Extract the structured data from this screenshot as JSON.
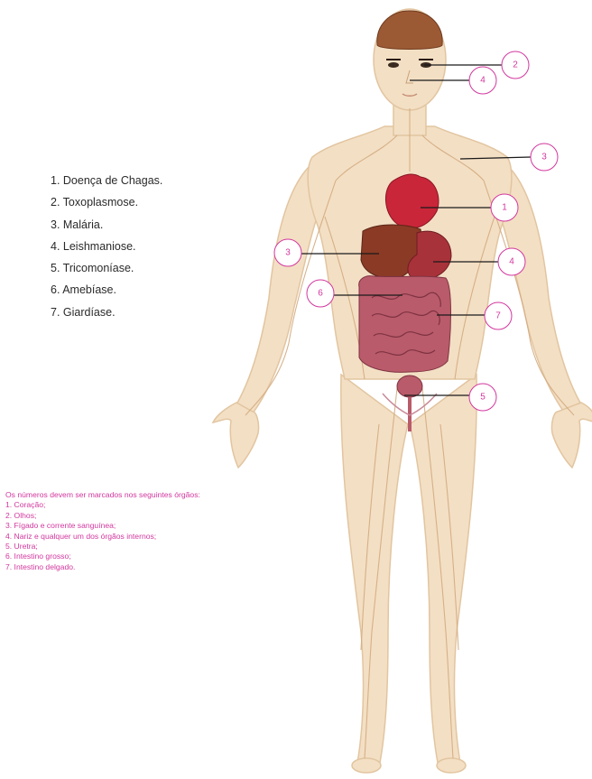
{
  "diseases": [
    "1. Doença de Chagas.",
    "2. Toxoplasmose.",
    "3. Malária.",
    "4. Leishmaniose.",
    "5. Tricomoníase.",
    "6. Amebíase.",
    "7. Giardíase."
  ],
  "instructions": {
    "heading": "Os números devem ser marcados nos seguintes órgãos:",
    "items": [
      "1. Coração;",
      "2. Olhos;",
      "3. Fígado e corrente sanguínea;",
      "4. Nariz e qualquer um dos órgãos internos;",
      "5. Uretra;",
      "6. Intestino grosso;",
      "7. Intestino delgado."
    ]
  },
  "callouts": [
    {
      "id": "eyes",
      "label": "2"
    },
    {
      "id": "nose",
      "label": "4"
    },
    {
      "id": "bloodstream",
      "label": "3"
    },
    {
      "id": "heart",
      "label": "1"
    },
    {
      "id": "liver",
      "label": "3"
    },
    {
      "id": "internal-organ",
      "label": "4"
    },
    {
      "id": "large-intestine",
      "label": "6"
    },
    {
      "id": "small-intestine",
      "label": "7"
    },
    {
      "id": "urethra",
      "label": "5"
    }
  ],
  "colors": {
    "skin": "#f3dfc4",
    "skin_outline": "#e2c5a0",
    "vessels": "#d3ab80",
    "brain": "#9c5a34",
    "heart": "#c9263a",
    "liver": "#8a3a25",
    "stomach": "#a8323a",
    "intestines": "#b95b6a",
    "callout_stroke": "#d2379e",
    "instruction_text": "#d2379e"
  }
}
